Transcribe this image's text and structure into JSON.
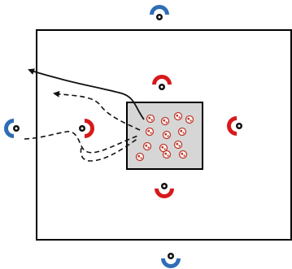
{
  "colors": {
    "background": "#ffffff",
    "pitch_outline": "#000000",
    "center_box_fill": "#d6d6d6",
    "team_red": "#d7191c",
    "team_blue": "#2f6db5",
    "player_head": "#111111",
    "ball_red": "#c0392b",
    "path_line": "#111111"
  },
  "icons": {
    "player": "player-marker-icon",
    "ball": "soccer-ball-icon"
  },
  "diagram": {
    "players": [
      {
        "team": "blue",
        "facing": "down"
      },
      {
        "team": "blue",
        "facing": "right"
      },
      {
        "team": "blue",
        "facing": "up"
      },
      {
        "team": "red",
        "facing": "down"
      },
      {
        "team": "red",
        "facing": "left"
      },
      {
        "team": "red",
        "facing": "right"
      },
      {
        "team": "red",
        "facing": "up"
      }
    ],
    "ball_count": 13,
    "paths": [
      {
        "style": "solid",
        "arrow": true
      },
      {
        "style": "dashed",
        "arrow": true
      },
      {
        "style": "dashed",
        "arrow": false
      },
      {
        "style": "dashed",
        "arrow": false
      }
    ]
  }
}
